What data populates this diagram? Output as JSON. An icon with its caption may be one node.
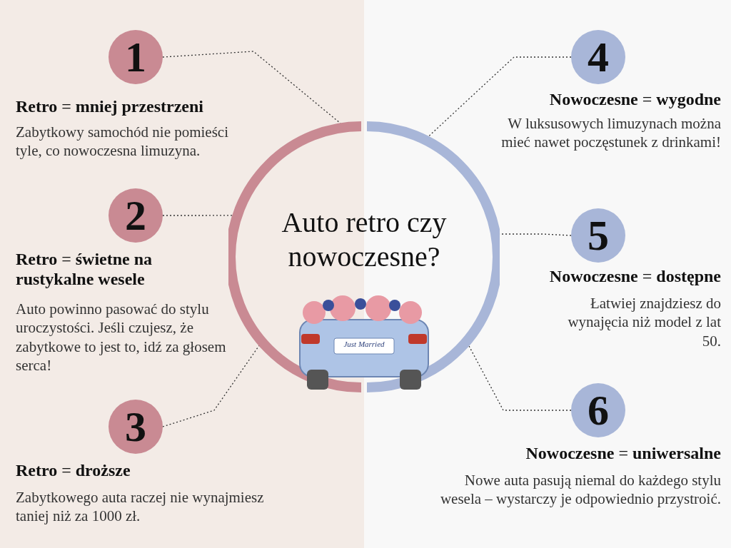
{
  "diagram": {
    "nodes": [
      {
        "text": [
          "Auto retro czy nowoczesne?"
        ]
      },
      {
        "text": [
          "1"
        ],
        "beside": [
          "**Retro** = **mniej przestrzeni**"
        ]
      },
      {
        "text": [
          "2"
        ],
        "beside": [
          "**Retro** = **świetne na rustykalne wesele**"
        ]
      },
      {
        "text": [
          "3"
        ],
        "beside": [
          "**Retro** = **droższe**"
        ]
      },
      {
        "text": [
          "4"
        ],
        "beside": [
          "**Nowoczesne** = **wygodne**"
        ]
      },
      {
        "text": [
          "5"
        ],
        "beside": [
          "**Nowoczesne** = **dostępne**"
        ]
      },
      {
        "text": [
          "6"
        ],
        "beside": [
          "**Nowoczesne** = **uniwersalne**"
        ]
      }
    ],
    "edges": [
      {
        "from": 1,
        "to": 0,
        "arrow": "none",
        "style": "dashed"
      },
      {
        "from": 2,
        "to": 0,
        "arrow": "none",
        "style": "dashed"
      },
      {
        "from": 3,
        "to": 0,
        "arrow": "none",
        "style": "dashed"
      },
      {
        "from": 4,
        "to": 0,
        "arrow": "none",
        "style": "dashed"
      },
      {
        "from": 5,
        "to": 0,
        "arrow": "none",
        "style": "dashed"
      },
      {
        "from": 6,
        "to": 0,
        "arrow": "none",
        "style": "dashed"
      }
    ],
    "labels": [
      "Zabytkowy samochód nie pomieści tyle, co nowoczesna limuzyna.",
      "Auto powinno pasować do stylu uroczystości. Jeśli czujesz, że zabytkowe to jest to, idź za głosem serca!",
      "Zabytkowego auta raczej nie wynajmiesz taniej niż za 1000 zł.",
      "W luksusowych limuzynach można mieć nawet poczęstunek z drinkami!",
      "Łatwiej znajdziesz do wynajęcia niż model z lat 50.",
      "Nowe auta pasują niemal do każdego stylu wesela – wystarczy je odpowiednio przystroić.",
      "Just Married"
    ]
  }
}
